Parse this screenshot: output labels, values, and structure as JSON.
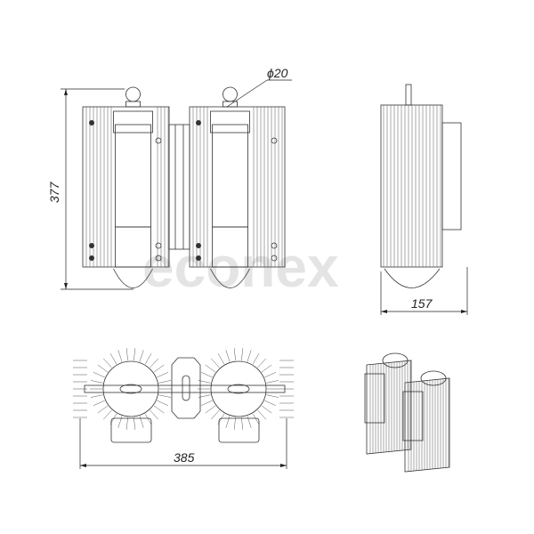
{
  "dimensions": {
    "height": "377",
    "depth": "157",
    "width": "385",
    "eyebolt_diameter": "ϕ20"
  },
  "watermark": "econex",
  "colors": {
    "line": "#333333",
    "watermark": "#e4e4e4"
  }
}
